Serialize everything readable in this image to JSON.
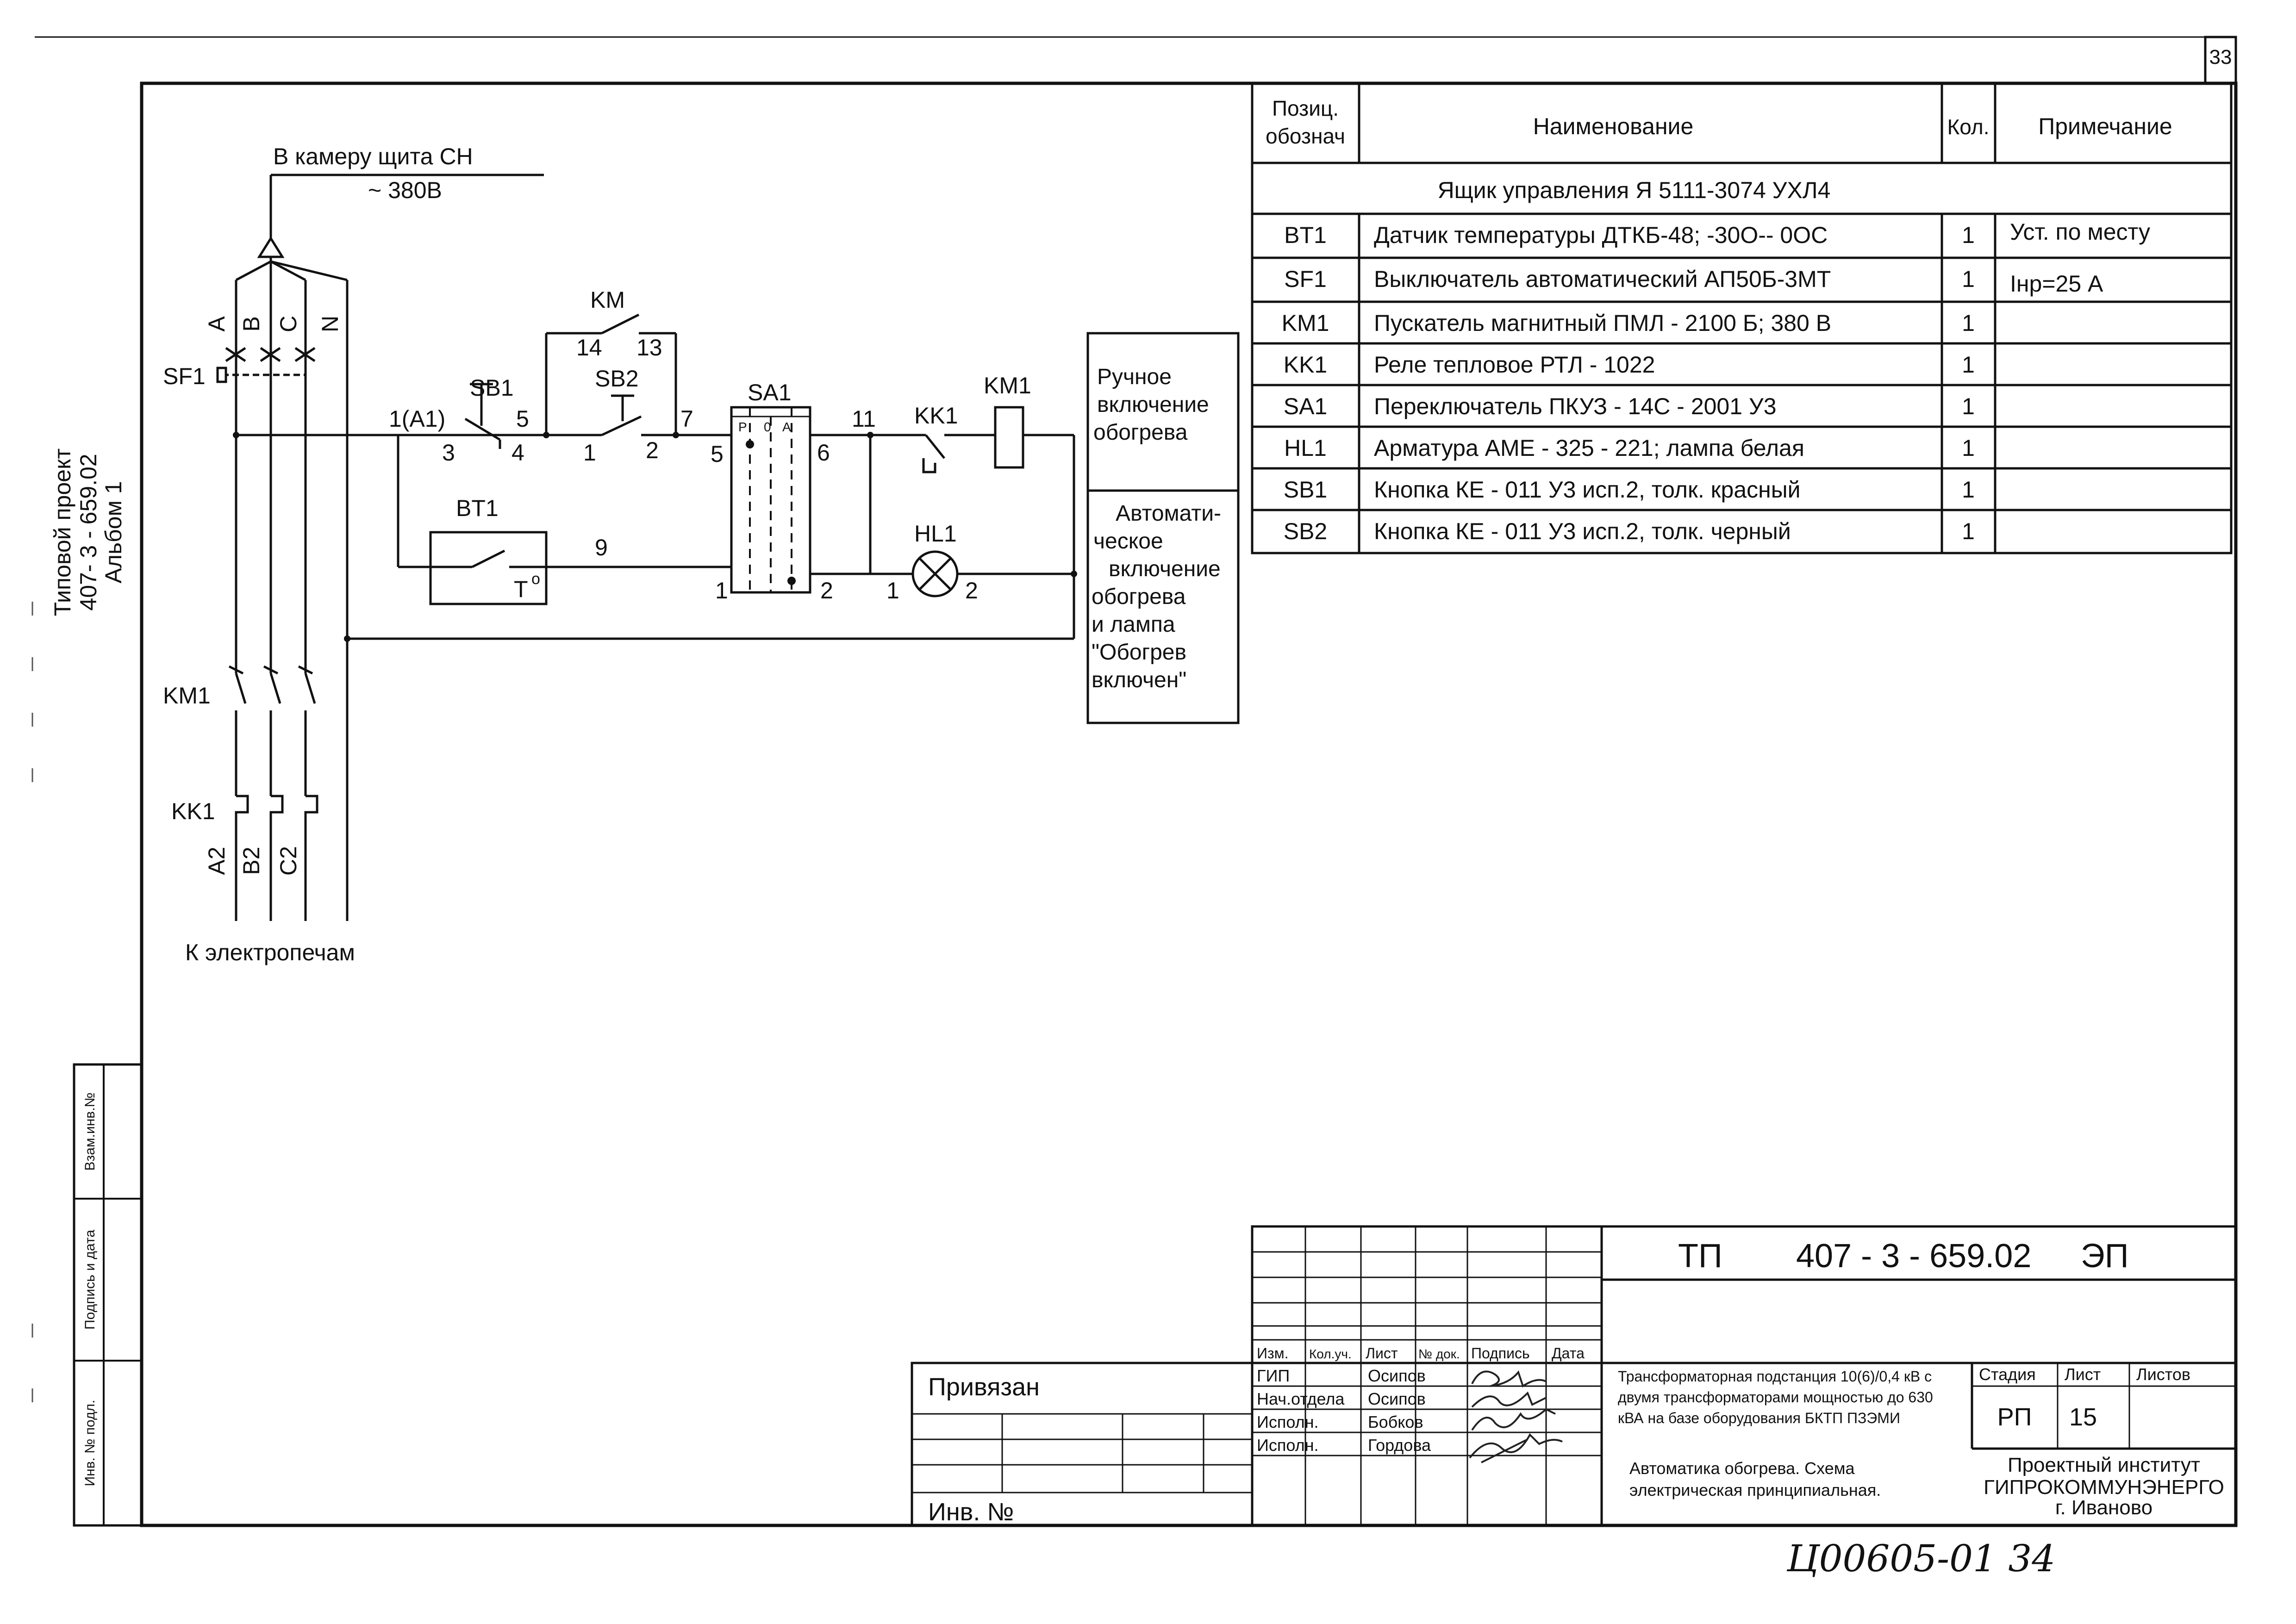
{
  "sheet_number": "33",
  "album_label": {
    "line1": "Типовой проект",
    "line2": "407- 3 - 659.02",
    "line3": "Альбом 1"
  },
  "left_stamp": {
    "vzam_inv": "Взам.инв.№",
    "podpis_data": "Подпись и дата",
    "inv_podl": "Инв. № подл."
  },
  "schematic": {
    "supply_title": "В камеру щита СН",
    "supply_voltage": "~ 380В",
    "phase_a": "A",
    "phase_b": "B",
    "phase_c": "C",
    "phase_n": "N",
    "sf1": "SF1",
    "km1_left": "KM1",
    "kk1_left": "KK1",
    "out_a2": "A2",
    "out_b2": "B2",
    "out_c2": "C2",
    "to_furnaces": "К электропечам",
    "node_1a1": "1(A1)",
    "sb1": "SB1",
    "sb2": "SB2",
    "km_top": "KM",
    "km_14": "14",
    "km_13": "13",
    "n3": "3",
    "n4": "4",
    "n5": "5",
    "n1_sb2": "1",
    "n2_sb2": "2",
    "n7": "7",
    "sa1": "SA1",
    "sa1_p": "P",
    "sa1_0": "0",
    "sa1_a": "A",
    "n5_sa": "5",
    "n6": "6",
    "n11": "11",
    "kk1": "KK1",
    "km1_coil": "KM1",
    "bt1": "BT1",
    "bt1_t": "Т",
    "bt1_o": "о",
    "n9": "9",
    "n1_sa": "1",
    "n2_sa": "2",
    "hl1": "HL1",
    "n1_hl": "1",
    "n2_hl": "2"
  },
  "mode_box": {
    "manual_1": "Ручное",
    "manual_2": "включение",
    "manual_3": "обогрева",
    "auto_1": "Автомати-",
    "auto_2": "ческое",
    "auto_3": "включение",
    "auto_4": "обогрева",
    "auto_5": "и лампа",
    "auto_6": "\"Обогрев",
    "auto_7": "включен\""
  },
  "parts_table": {
    "h_pos_1": "Позиц.",
    "h_pos_2": "обознач",
    "h_name": "Наименование",
    "h_qty": "Кол.",
    "h_note": "Примечание",
    "group_title": "Ящик управления Я 5111-3074 УХЛ4",
    "rows": [
      {
        "pos": "BT1",
        "name": "Датчик температуры ДТКБ-48; -30О-- 0ОС",
        "qty": "1",
        "note": "Уст. по месту"
      },
      {
        "pos": "SF1",
        "name": "Выключатель автоматический АП50Б-3МТ",
        "qty": "1",
        "note": "Iнр=25 А"
      },
      {
        "pos": "KM1",
        "name": "Пускатель магнитный ПМЛ - 2100 Б; 380 В",
        "qty": "1",
        "note": ""
      },
      {
        "pos": "KK1",
        "name": "Реле тепловое РТЛ - 1022",
        "qty": "1",
        "note": ""
      },
      {
        "pos": "SA1",
        "name": "Переключатель ПКУЗ - 14С - 2001 У3",
        "qty": "1",
        "note": ""
      },
      {
        "pos": "HL1",
        "name": "Арматура АМЕ - 325 - 221; лампа белая",
        "qty": "1",
        "note": ""
      },
      {
        "pos": "SB1",
        "name": "Кнопка КЕ - 011 У3 исп.2, толк. красный",
        "qty": "1",
        "note": ""
      },
      {
        "pos": "SB2",
        "name": "Кнопка КЕ - 011 У3 исп.2, толк. черный",
        "qty": "1",
        "note": ""
      }
    ]
  },
  "title_block": {
    "doc_code_1": "ТП",
    "doc_code_2": "407 - 3 - 659.02",
    "doc_code_3": "ЭП",
    "col_izm": "Изм.",
    "col_kolich": "Кол.уч.",
    "col_list": "Лист",
    "col_ndok": "№ док.",
    "col_podpis": "Подпись",
    "col_data": "Дата",
    "privyazan": "Привязан",
    "inv_no": "Инв. №",
    "roles": [
      {
        "role": "ГИП",
        "name": "Осипов"
      },
      {
        "role": "Нач.отдела",
        "name": "Осипов"
      },
      {
        "role": "Исполн.",
        "name": "Бобков"
      },
      {
        "role": "Исполн.",
        "name": "Гордова"
      }
    ],
    "project_1": "Трансформаторная подстанция 10(6)/0,4 кВ с",
    "project_2": "двумя трансформаторами мощностью до 630",
    "project_3": "кВА на базе оборудования БКТП ПЗЭМИ",
    "drawing_1": "Автоматика обогрева. Схема",
    "drawing_2": "электрическая принципиальная.",
    "stage_label": "Стадия",
    "sheet_label": "Лист",
    "sheets_label": "Листов",
    "stage": "РП",
    "sheet": "15",
    "sheets": "",
    "org_1": "Проектный институт",
    "org_2": "ГИПРОКОММУНЭНЕРГО",
    "org_3": "г. Иваново"
  },
  "handwritten_number": "Ц00605-01  34"
}
